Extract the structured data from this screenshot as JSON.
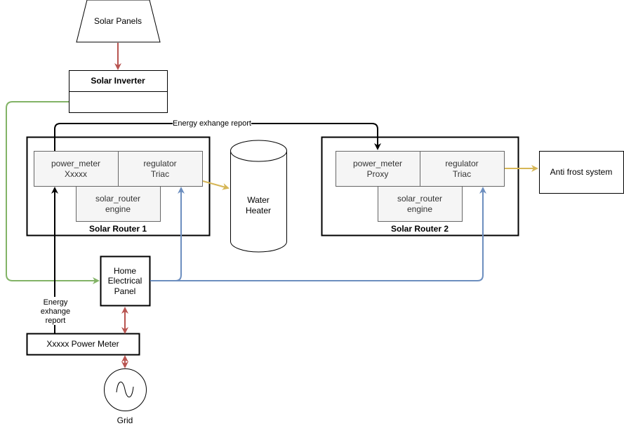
{
  "nodes": {
    "solar_panels": "Solar Panels",
    "solar_inverter": "Solar Inverter",
    "solar_router_1": {
      "title": "Solar Router 1",
      "power_meter": [
        "power_meter",
        "Xxxxx"
      ],
      "regulator": [
        "regulator",
        "Triac"
      ],
      "engine": [
        "solar_router",
        "engine"
      ]
    },
    "solar_router_2": {
      "title": "Solar Router 2",
      "power_meter": [
        "power_meter",
        "Proxy"
      ],
      "regulator": [
        "regulator",
        "Triac"
      ],
      "engine": [
        "solar_router",
        "engine"
      ]
    },
    "water_heater": [
      "Water",
      "Heater"
    ],
    "anti_frost": "Anti frost system",
    "home_panel": [
      "Home",
      "Electrical",
      "Panel"
    ],
    "power_meter_device": "Xxxxx Power Meter",
    "grid": "Grid"
  },
  "edges": {
    "energy_report_top": "Energy exhange report",
    "energy_report_left": [
      "Energy",
      "exhange",
      "report"
    ]
  },
  "colors": {
    "power": "#b85450",
    "solar": "#82b366",
    "load": "#d6b656",
    "control": "#6c8ebf",
    "data": "#000000",
    "component_fill": "#f5f5f5",
    "component_stroke": "#666666"
  }
}
